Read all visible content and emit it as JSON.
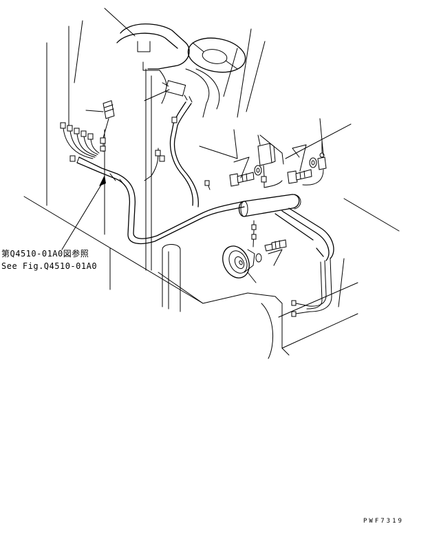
{
  "diagram": {
    "reference_jp": "第Q4510-01A0図参照",
    "reference_en": "See Fig.Q4510-01A0",
    "figure_code": "PWF7319"
  }
}
